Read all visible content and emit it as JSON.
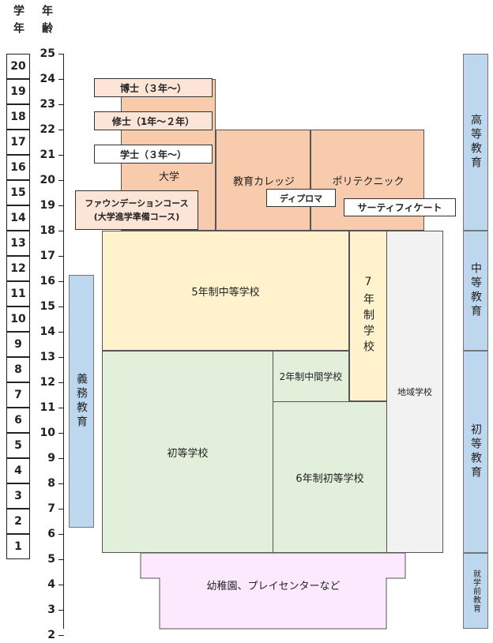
{
  "headers": {
    "grade": "学年",
    "age": "年齢"
  },
  "grades": [
    "20",
    "19",
    "18",
    "17",
    "16",
    "15",
    "14",
    "13",
    "12",
    "11",
    "10",
    "9",
    "8",
    "7",
    "6",
    "5",
    "4",
    "3",
    "2",
    "1"
  ],
  "ages": [
    "25",
    "24",
    "23",
    "22",
    "21",
    "20",
    "19",
    "18",
    "17",
    "16",
    "15",
    "14",
    "13",
    "12",
    "11",
    "10",
    "9",
    "8",
    "7",
    "6",
    "5",
    "4",
    "3",
    "2"
  ],
  "blocks": {
    "university": "大学",
    "college": "教育カレッジ",
    "polytechnic": "ポリテクニック",
    "secondary5": "5年制中等学校",
    "school7": "7年制学校",
    "area_school": "地域学校",
    "intermediate2": "2年制中間学校",
    "primary": "初等学校",
    "primary6": "6年制初等学校",
    "kindergarten": "幼稚園、プレイセンターなど"
  },
  "labels": {
    "doctor": "博士（３年〜）",
    "master": "修士（1年〜２年）",
    "bachelor": "学士（３年〜）",
    "foundation_line1": "ファウンデーションコース",
    "foundation_line2": "(大学進学準備コース)",
    "diploma": "ディプロマ",
    "certificate": "サーティフィケート"
  },
  "sides": {
    "compulsory": "義務教育",
    "higher": "高等教育",
    "secondary": "中等教育",
    "primary": "初等教育",
    "preschool": "就学前教育"
  },
  "colors": {
    "tertiary": "#f8cbad",
    "tertiary_light": "#fce4d6",
    "secondary": "#fff2cc",
    "primary": "#e2efda",
    "area": "#f2f2f2",
    "preschool": "#fde9fd",
    "side": "#bdd7ee"
  }
}
